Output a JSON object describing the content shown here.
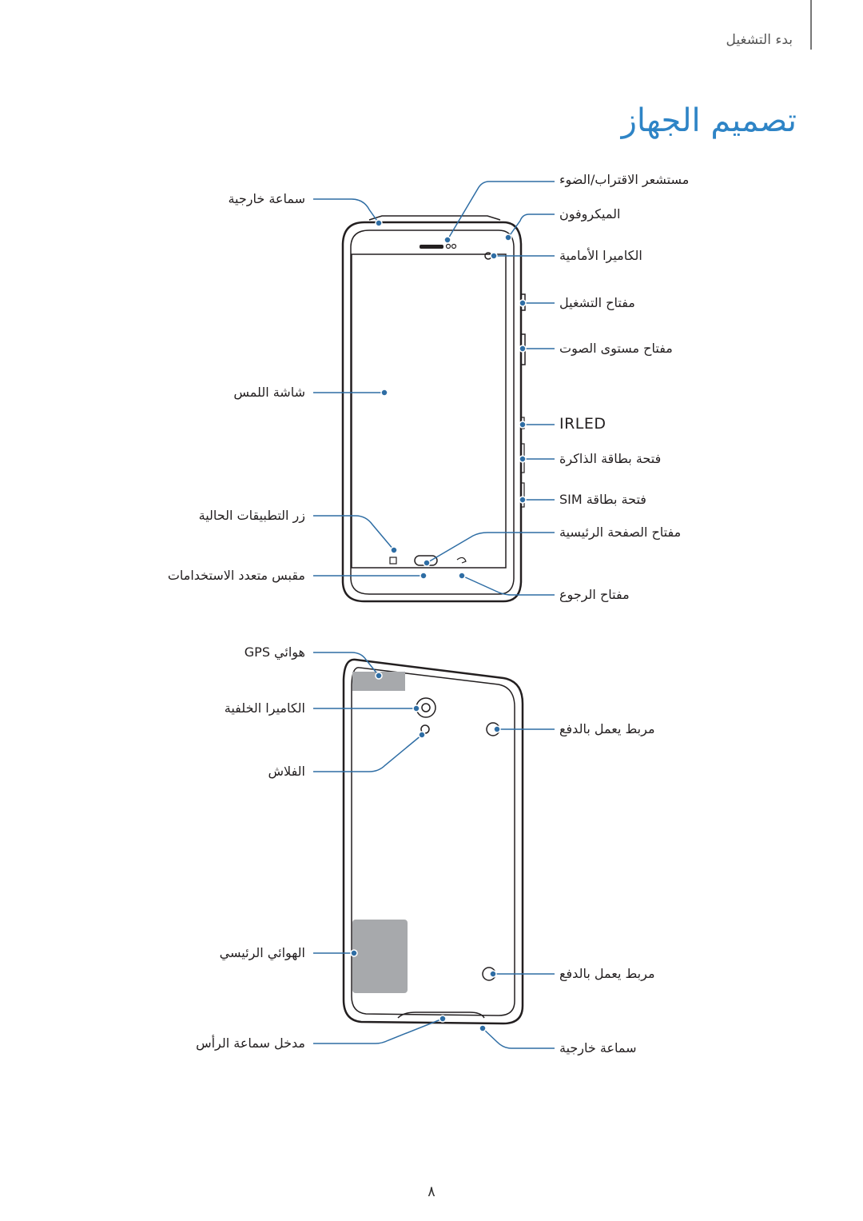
{
  "header": {
    "section": "بدء التشغيل"
  },
  "page_title": "تصميم الجهاز",
  "front": {
    "left_labels": {
      "external_speaker": "سماعة خارجية",
      "touch_screen": "شاشة اللمس",
      "recent_apps": "زر التطبيقات الحالية",
      "mic": "مقبس متعدد الاستخدامات"
    },
    "right_labels": {
      "light_sensor": "مستشعر الاقتراب/الضوء",
      "microphone": "الميكروفون",
      "front_camera": "الكاميرا الأمامية",
      "power_key": "مفتاح التشغيل",
      "volume_key": "مفتاح مستوى الصوت",
      "irled": "IRLED",
      "memory_slot": "فتحة بطاقة الذاكرة",
      "sim_slot": "فتحة بطاقة SIM",
      "home_key": "مفتاح الصفحة الرئيسية",
      "back_key": "مفتاح الرجوع"
    }
  },
  "back": {
    "left_labels": {
      "gps_antenna": "هوائي GPS",
      "rear_camera": "الكاميرا الخلفية",
      "flash": "الفلاش",
      "main_antenna": "الهوائي الرئيسي",
      "headset_jack": "مدخل سماعة الرأس"
    },
    "right_labels": {
      "strap_hole_1": "مربط يعمل بالدفع",
      "strap_hole_2": "مربط يعمل بالدفع",
      "speaker": "سماعة خارجية"
    }
  },
  "page_number": "٨",
  "colors": {
    "accent": "#2e84c6",
    "callout": "#2e6da4",
    "device": "#231f20"
  }
}
